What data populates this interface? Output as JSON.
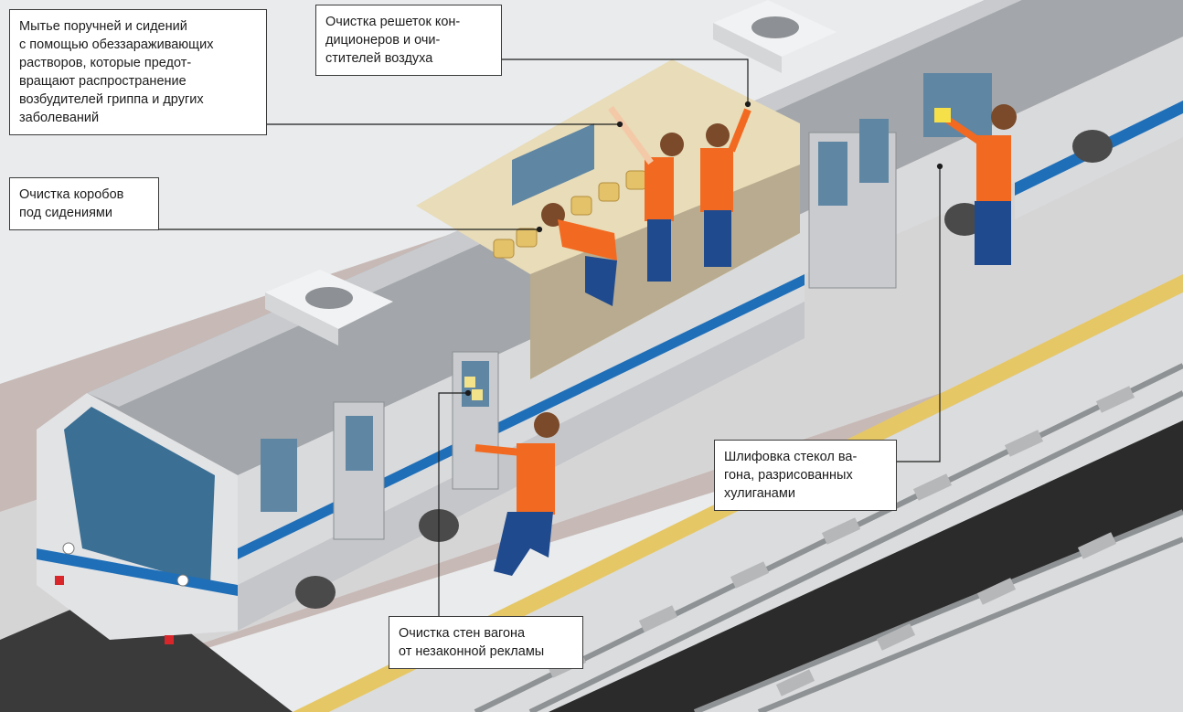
{
  "callouts": [
    {
      "id": "handrails",
      "text": "Мытье поручней и сидений\nс помощью обеззараживающих\nрастворов, которые предот-\nвращают распространение\nвозбудителей гриппа и других\nзаболеваний"
    },
    {
      "id": "ac",
      "text": "Очистка решеток кон-\nдиционеров и очи-\nстителей воздуха"
    },
    {
      "id": "boxes",
      "text": "Очистка коробов\nпод сидениями"
    },
    {
      "id": "glass",
      "text": "Шлифовка стекол ва-\nгона, разрисованных\nхулиганами"
    },
    {
      "id": "walls",
      "text": "Очистка стен вагона\nот незаконной рекламы"
    }
  ],
  "colors": {
    "background": "#e9ebed",
    "platform": "#c7b9b5",
    "platform_edge": "#e6c766",
    "track_bed": "#dadcdd",
    "train_body": "#d9dadc",
    "train_roof": "#a3a6aa",
    "stripe": "#1f6fb8",
    "window": "#5f86a3",
    "interior": "#e8dcb9",
    "floor": "#b8ab8f",
    "seat": "#e3c26a",
    "worker_shirt": "#f26a21",
    "worker_pants": "#1f4a8e",
    "worker_hair": "#7a4a2a",
    "skin": "#f4c9a8",
    "rail": "#8f9294",
    "sleeper": "#b5b7b9",
    "callout_border": "#3a3a3a"
  }
}
